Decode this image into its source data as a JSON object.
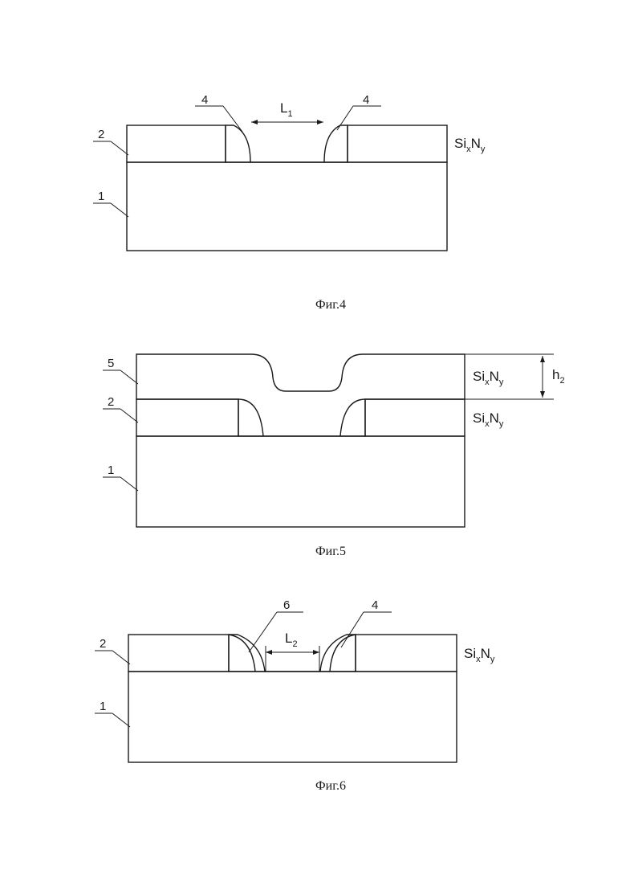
{
  "figures": [
    {
      "id": "fig4",
      "caption": "Фиг.4",
      "labels": {
        "substrate": "1",
        "layer": "2",
        "spacer_left": "4",
        "spacer_right": "4"
      },
      "material": {
        "base": "Si",
        "sub1": "x",
        "mid": "N",
        "sub2": "y"
      },
      "dimension": {
        "base": "L",
        "sub": "1"
      }
    },
    {
      "id": "fig5",
      "caption": "Фиг.5",
      "labels": {
        "substrate": "1",
        "layer": "2",
        "top_layer": "5"
      },
      "material_top": {
        "base": "Si",
        "sub1": "x",
        "mid": "N",
        "sub2": "y"
      },
      "material_bottom": {
        "base": "Si",
        "sub1": "x",
        "mid": "N",
        "sub2": "y"
      },
      "dimension": {
        "base": "h",
        "sub": "2"
      }
    },
    {
      "id": "fig6",
      "caption": "Фиг.6",
      "labels": {
        "substrate": "1",
        "layer": "2",
        "spacer_left": "6",
        "spacer_right": "4"
      },
      "material": {
        "base": "Si",
        "sub1": "x",
        "mid": "N",
        "sub2": "y"
      },
      "dimension": {
        "base": "L",
        "sub": "2"
      }
    }
  ]
}
